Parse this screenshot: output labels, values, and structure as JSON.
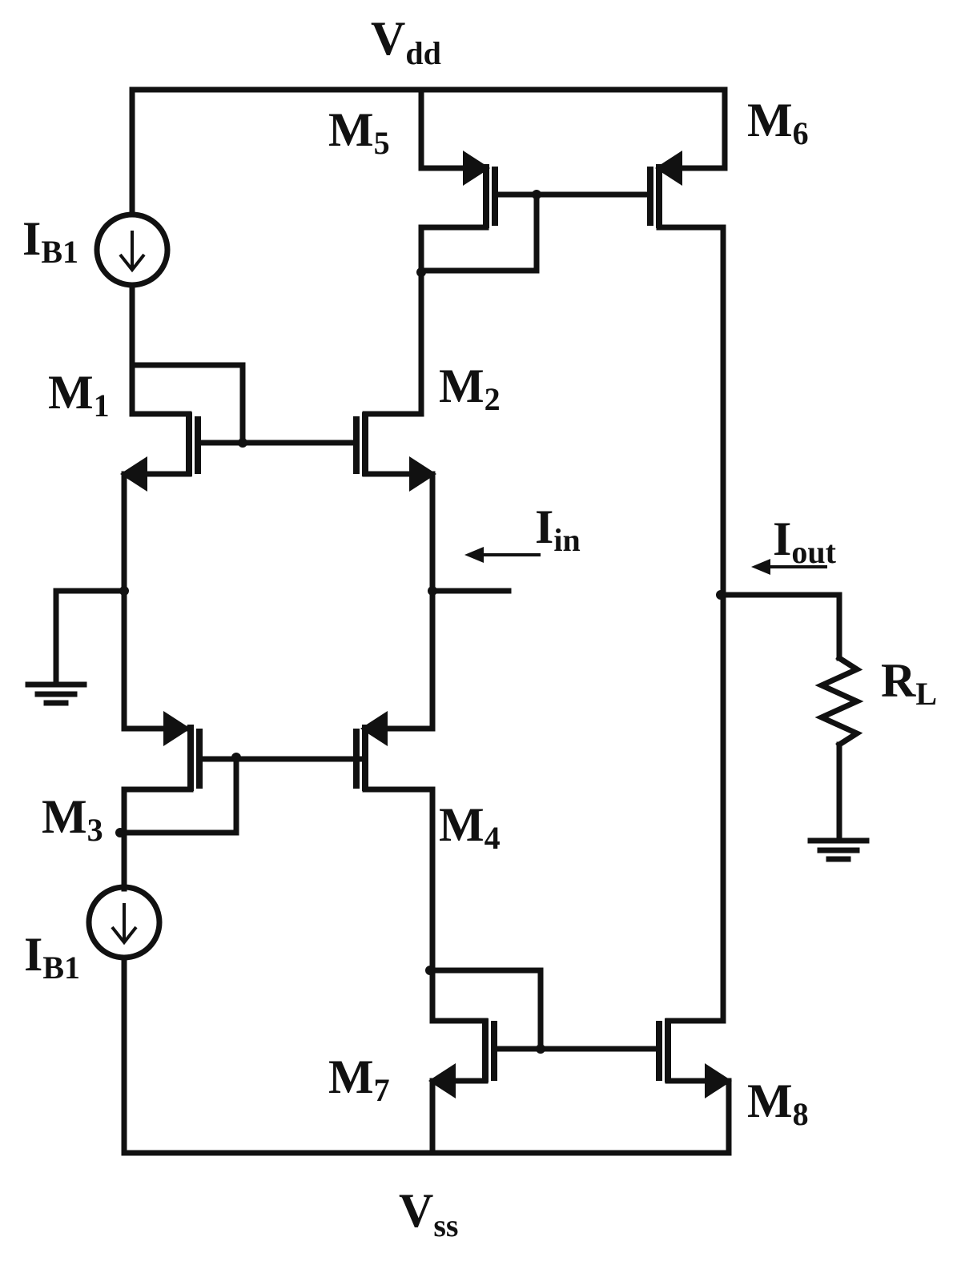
{
  "supply": {
    "top": {
      "main": "V",
      "sub": "dd"
    },
    "bottom": {
      "main": "V",
      "sub": "ss"
    }
  },
  "transistors": {
    "m1": {
      "main": "M",
      "sub": "1"
    },
    "m2": {
      "main": "M",
      "sub": "2"
    },
    "m3": {
      "main": "M",
      "sub": "3"
    },
    "m4": {
      "main": "M",
      "sub": "4"
    },
    "m5": {
      "main": "M",
      "sub": "5"
    },
    "m6": {
      "main": "M",
      "sub": "6"
    },
    "m7": {
      "main": "M",
      "sub": "7"
    },
    "m8": {
      "main": "M",
      "sub": "8"
    }
  },
  "sources": {
    "top": {
      "main": "I",
      "sub": "B1"
    },
    "bottom": {
      "main": "I",
      "sub": "B1"
    }
  },
  "signals": {
    "input": {
      "main": "I",
      "sub": "in"
    },
    "output": {
      "main": "I",
      "sub": "out"
    }
  },
  "load": {
    "main": "R",
    "sub": "L"
  }
}
